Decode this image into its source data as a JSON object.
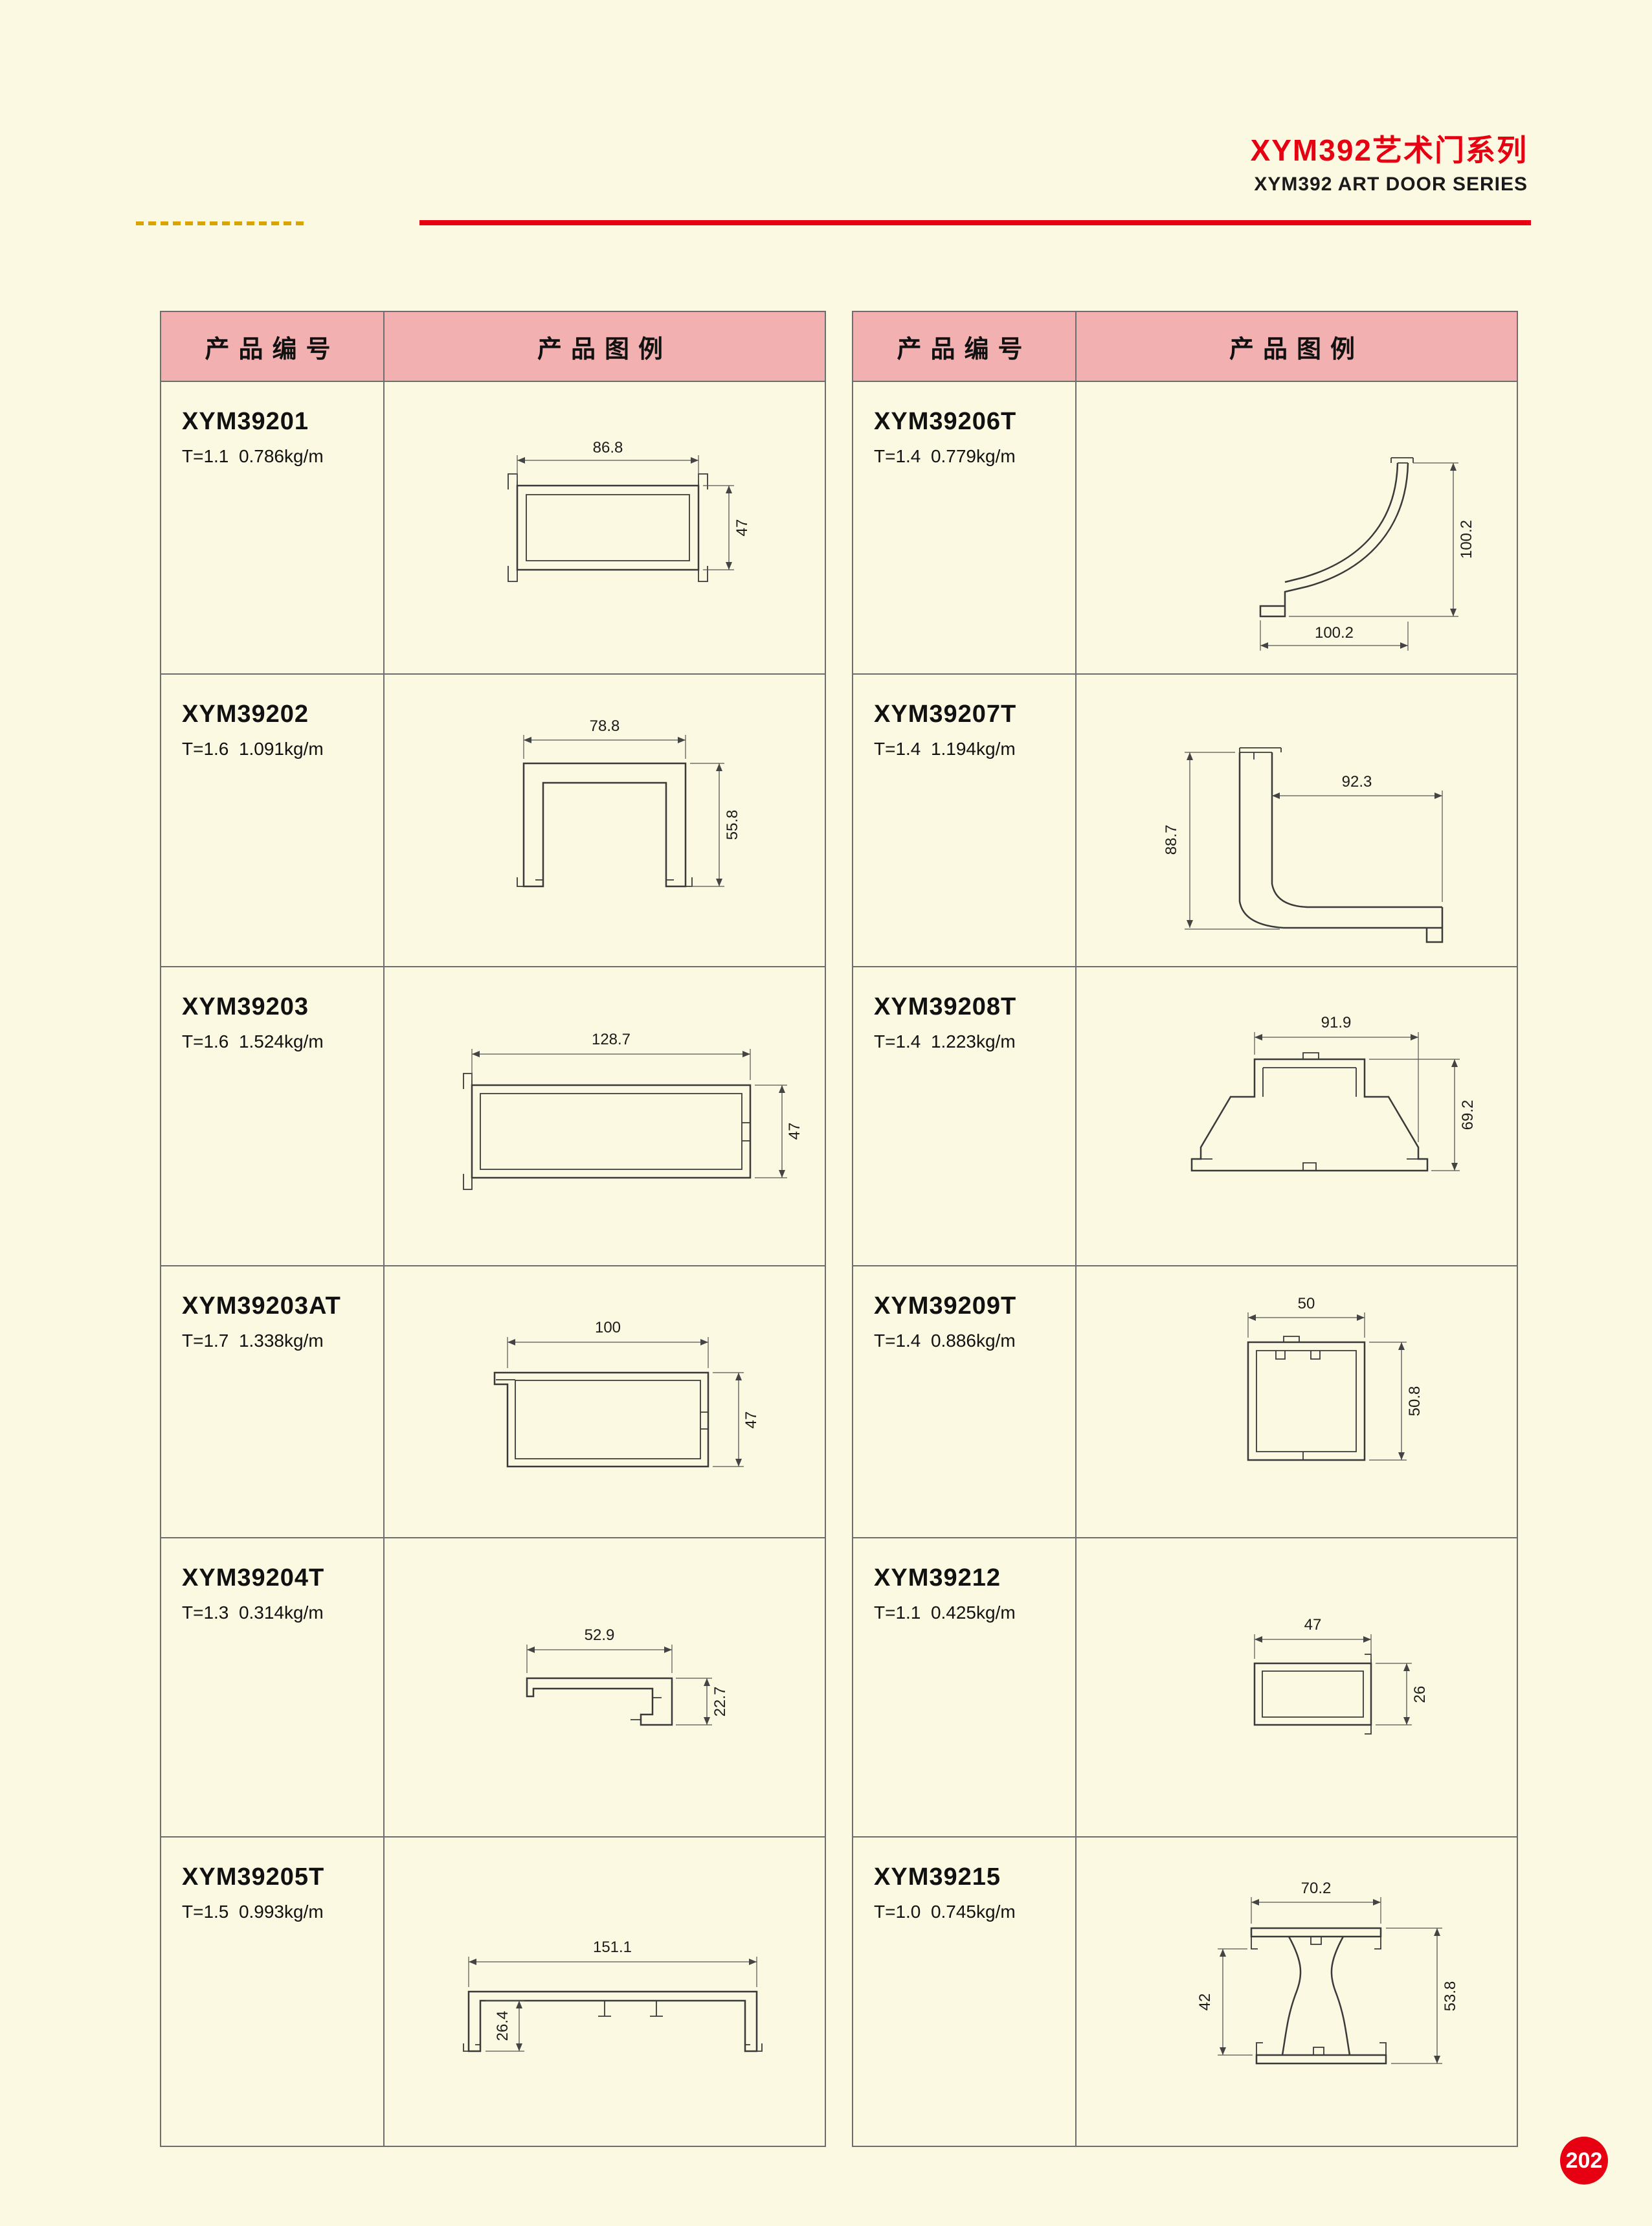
{
  "page": {
    "title_cn": "XYM392艺术门系列",
    "title_en": "XYM392 ART DOOR SERIES",
    "page_number": "202"
  },
  "colors": {
    "accent_red": "#E60012",
    "header_pink": "#F2B0B0",
    "page_background": "#FBF9E1",
    "gold_rule": "#D9A300"
  },
  "table_headers": {
    "col_code": "产品编号",
    "col_drawing": "产品图例"
  },
  "left_rows": [
    {
      "code": "XYM39201",
      "spec": "T=1.1  0.786kg/m",
      "dims": {
        "w": "86.8",
        "h": "47"
      }
    },
    {
      "code": "XYM39202",
      "spec": "T=1.6  1.091kg/m",
      "dims": {
        "w": "78.8",
        "h": "55.8"
      }
    },
    {
      "code": "XYM39203",
      "spec": "T=1.6  1.524kg/m",
      "dims": {
        "w": "128.7",
        "h": "47"
      }
    },
    {
      "code": "XYM39203AT",
      "spec": "T=1.7  1.338kg/m",
      "dims": {
        "w": "100",
        "h": "47"
      }
    },
    {
      "code": "XYM39204T",
      "spec": "T=1.3  0.314kg/m",
      "dims": {
        "w": "52.9",
        "h": "22.7"
      }
    },
    {
      "code": "XYM39205T",
      "spec": "T=1.5  0.993kg/m",
      "dims": {
        "w": "151.1",
        "h": "26.4"
      }
    }
  ],
  "right_rows": [
    {
      "code": "XYM39206T",
      "spec": "T=1.4  0.779kg/m",
      "dims": {
        "w": "100.2",
        "h": "100.2"
      }
    },
    {
      "code": "XYM39207T",
      "spec": "T=1.4  1.194kg/m",
      "dims": {
        "w": "92.3",
        "h": "88.7"
      }
    },
    {
      "code": "XYM39208T",
      "spec": "T=1.4  1.223kg/m",
      "dims": {
        "w": "91.9",
        "h": "69.2"
      }
    },
    {
      "code": "XYM39209T",
      "spec": "T=1.4  0.886kg/m",
      "dims": {
        "w": "50",
        "h": "50.8"
      }
    },
    {
      "code": "XYM39212",
      "spec": "T=1.1  0.425kg/m",
      "dims": {
        "w": "47",
        "h": "26"
      }
    },
    {
      "code": "XYM39215",
      "spec": "T=1.0  0.745kg/m",
      "dims": {
        "w": "70.2",
        "h1": "42",
        "h2": "53.8"
      }
    }
  ]
}
